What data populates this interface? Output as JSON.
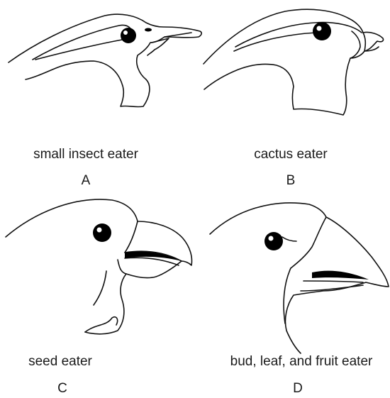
{
  "panels": [
    {
      "caption": "small insect eater",
      "letter": "A"
    },
    {
      "caption": "cactus eater",
      "letter": "B"
    },
    {
      "caption": "seed eater",
      "letter": "C"
    },
    {
      "caption": "bud, leaf, and fruit eater",
      "letter": "D"
    }
  ]
}
